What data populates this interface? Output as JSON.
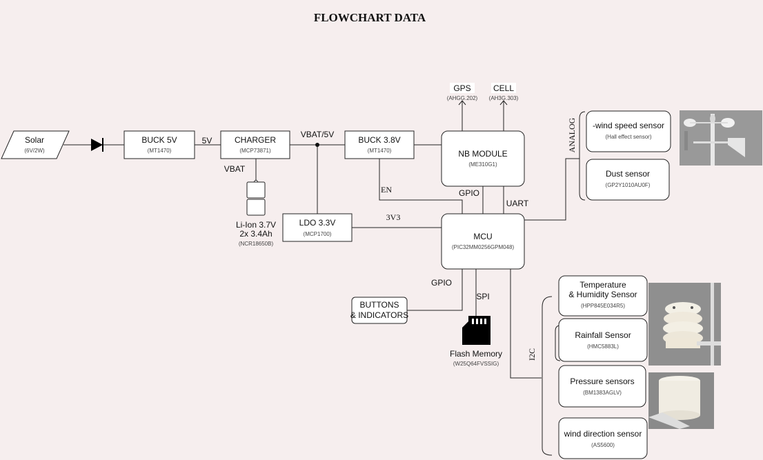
{
  "title": "FLOWCHART DATA",
  "blocks": {
    "solar": {
      "label": "Solar",
      "sub": "(6V/2W)"
    },
    "buck5": {
      "label": "BUCK 5V",
      "sub": "(MT1470)"
    },
    "charger": {
      "label": "CHARGER",
      "sub": "(MCP73871)"
    },
    "buck38": {
      "label": "BUCK 3.8V",
      "sub": "(MT1470)"
    },
    "nb": {
      "label": "NB MODULE",
      "sub": "(ME310G1)"
    },
    "ldo": {
      "label": "LDO 3.3V",
      "sub": "(MCP1700)"
    },
    "mcu": {
      "label": "MCU",
      "sub": "(PIC32MM0256GPM048)"
    },
    "buttons": {
      "line1": "BUTTONS",
      "line2": "& INDICATORS"
    },
    "gps": {
      "label": "GPS",
      "sub": "(AHGG.202)"
    },
    "cell": {
      "label": "CELL",
      "sub": "(AH3G.303)"
    },
    "battery": {
      "line1": "Li-Ion 3.7V",
      "line2": "2x 3.4Ah",
      "sub": "(NCR18650B)"
    },
    "flash": {
      "label": "Flash Memory",
      "sub": "(W25Q64FVSSIG)"
    }
  },
  "nets": {
    "v5": "5V",
    "vbat": "VBAT",
    "vbat5": "VBAT/5V",
    "en": "EN",
    "gpio_nb": "GPIO",
    "uart": "UART",
    "v3v3": "3V3",
    "gpio_btn": "GPIO",
    "spi": "SPI",
    "analog": "ANALOG",
    "i2c": "I2C"
  },
  "sensors": {
    "analog": [
      {
        "line1": "-wind speed sensor",
        "sub": "(Hall effect sensor)"
      },
      {
        "line1": "Dust sensor",
        "sub": "(GP2Y1010AU0F)"
      }
    ],
    "i2c": [
      {
        "line1": "Temperature",
        "line2": "& Humidity Sensor",
        "sub": "(HPP845E034R5)"
      },
      {
        "line1": "Rainfall Sensor",
        "sub": "(HMC5883L)"
      },
      {
        "line1": "Pressure sensors",
        "sub": "(BM1383AGLV)"
      },
      {
        "line1": "wind direction sensor",
        "sub": "(AS5600)"
      }
    ]
  },
  "colors": {
    "background": "#f6eeee",
    "box_fill": "#ffffff",
    "line": "#222222",
    "photo_bg": "#8f8f8f"
  },
  "photos": [
    "anemometer-photo",
    "radiation-shield-photo",
    "rain-sensor-photo"
  ],
  "icons": [
    "diode-icon",
    "battery-icon",
    "antenna-icon",
    "sd-card-icon"
  ]
}
